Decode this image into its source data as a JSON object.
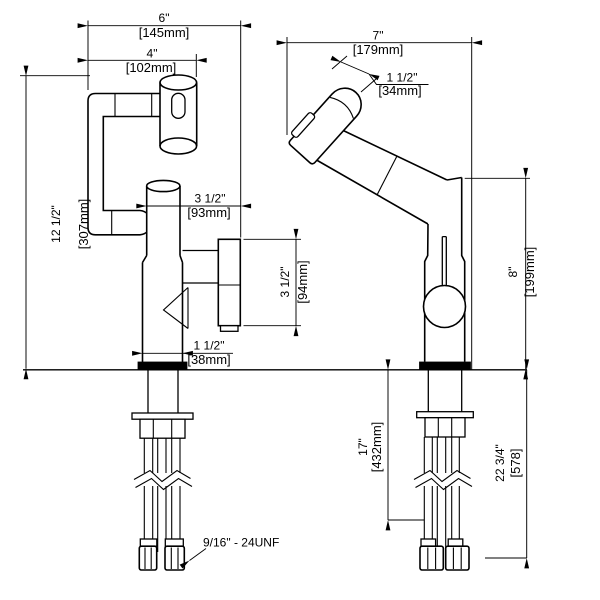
{
  "colors": {
    "line": "#000000",
    "background": "#ffffff"
  },
  "dims": {
    "front_overall_width": {
      "inch": "6\"",
      "mm": "[145mm]"
    },
    "front_spout_reach": {
      "inch": "4\"",
      "mm": "[102mm]"
    },
    "front_overall_height": {
      "inch": "12 1/2\"",
      "mm": "[307mm]"
    },
    "front_outlet_reach": {
      "inch": "3 1/2\"",
      "mm": "[93mm]"
    },
    "front_handle_height": {
      "inch": "3 1/2\"",
      "mm": "[94mm]"
    },
    "front_base_width": {
      "inch": "1 1/2\"",
      "mm": "[38mm]"
    },
    "side_overall_width": {
      "inch": "7\"",
      "mm": "[179mm]"
    },
    "side_head_width": {
      "inch": "1 1/2\"",
      "mm": "[34mm]"
    },
    "side_spout_height": {
      "inch": "8\"",
      "mm": "[199mm]"
    },
    "hose_length": {
      "inch": "17\"",
      "mm": "[432mm]"
    },
    "total_length": {
      "inch": "22 3/4\"",
      "mm": "[578]"
    },
    "thread_spec": "9/16\" - 24UNF"
  }
}
